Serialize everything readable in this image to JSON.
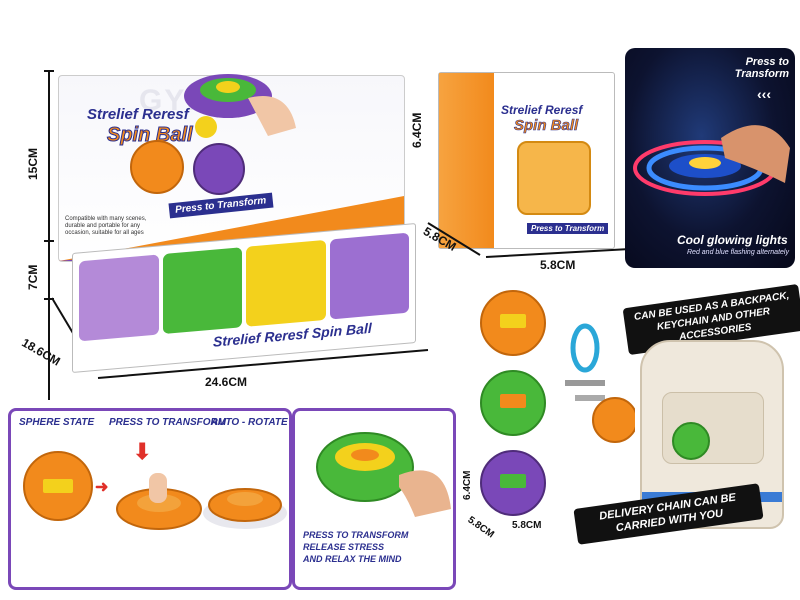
{
  "product": {
    "brand_line1": "Strelief Reresf",
    "brand_line2": "Spin Ball",
    "press_tag": "Press to Transform",
    "small_feature_text": "Compatible with many scenes, durable and portable for any occasion, suitable for all ages"
  },
  "display_box": {
    "dim_height_top": "15CM",
    "dim_height_bottom": "7CM",
    "dim_width": "24.6CM",
    "dim_depth": "18.6CM",
    "front_label": "Strelief Reresf Spin Ball"
  },
  "single_box": {
    "dim_height": "6.4CM",
    "dim_depth": "5.8CM",
    "dim_width": "5.8CM",
    "press_tag": "Press to Transform"
  },
  "glow_panel": {
    "press_label": "Press to Transform",
    "arrows": "‹‹‹",
    "title": "Cool glowing lights",
    "subtitle": "Red and blue flashing alternately"
  },
  "balls_panel": {
    "dim_height": "6.4CM",
    "dim_depth": "5.8CM",
    "dim_width": "5.8CM"
  },
  "transform_panel": {
    "step1": "SPHERE STATE",
    "step2": "PRESS TO TRANSFORM",
    "step3": "AUTO - ROTATE"
  },
  "hand_panel": {
    "caption": "PRESS TO TRANSFORM\nRELEASE STRESS\nAND RELAX THE MIND"
  },
  "backpack_panel": {
    "top_caption": "CAN BE USED AS A BACKPACK, KEYCHAIN AND OTHER ACCESSORIES",
    "bottom_caption": "DELIVERY CHAIN CAN BE CARRIED WITH YOU"
  },
  "colors": {
    "orange": "#f28a1c",
    "green": "#49b83a",
    "purple": "#7a48b8",
    "yellow": "#f3d11c",
    "navy": "#2b2f8f"
  }
}
